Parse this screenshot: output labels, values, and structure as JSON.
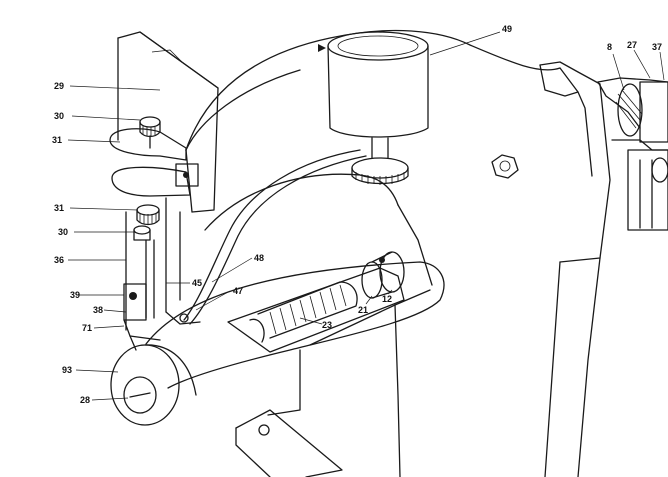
{
  "diagram": {
    "callouts": [
      {
        "id": "49",
        "text": "49"
      },
      {
        "id": "8",
        "text": "8"
      },
      {
        "id": "27",
        "text": "27"
      },
      {
        "id": "37",
        "text": "37"
      },
      {
        "id": "29",
        "text": "29"
      },
      {
        "id": "30a",
        "text": "30"
      },
      {
        "id": "31a",
        "text": "31"
      },
      {
        "id": "31b",
        "text": "31"
      },
      {
        "id": "30b",
        "text": "30"
      },
      {
        "id": "36",
        "text": "36"
      },
      {
        "id": "48",
        "text": "48"
      },
      {
        "id": "45",
        "text": "45"
      },
      {
        "id": "47",
        "text": "47"
      },
      {
        "id": "39",
        "text": "39"
      },
      {
        "id": "38",
        "text": "38"
      },
      {
        "id": "71",
        "text": "71"
      },
      {
        "id": "23",
        "text": "23"
      },
      {
        "id": "21",
        "text": "21"
      },
      {
        "id": "12",
        "text": "12"
      },
      {
        "id": "93",
        "text": "93"
      },
      {
        "id": "28",
        "text": "28"
      }
    ]
  }
}
